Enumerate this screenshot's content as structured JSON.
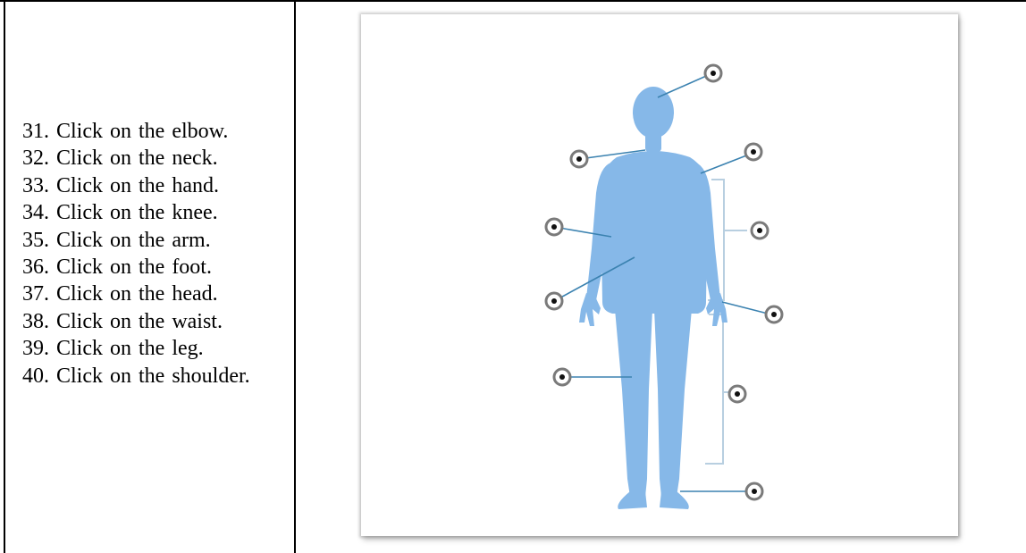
{
  "questions": [
    "31. Click  on the elbow.",
    "32. Click  on the neck.",
    "33. Click  on the hand.",
    "34. Click  on the knee.",
    "35. Click  on the arm.",
    "36. Click  on the foot.",
    "37. Click  on the head.",
    "38. Click  on the waist.",
    "39. Click  on the leg.",
    "40. Click  on the shoulder."
  ],
  "colors": {
    "body": "#86b8e8",
    "leader": "#3b82b0",
    "bracket": "#b8cfe0",
    "hotspot_ring": "#7a7a7a",
    "hotspot_dot": "#111111"
  },
  "figure": {
    "hotspots": [
      "hotspot-head-top",
      "hotspot-neck-left",
      "hotspot-shoulder-right",
      "hotspot-elbow-left",
      "hotspot-arm-right",
      "hotspot-waist-left",
      "hotspot-hand-right",
      "hotspot-knee-left",
      "hotspot-leg-right",
      "hotspot-foot-right"
    ]
  }
}
